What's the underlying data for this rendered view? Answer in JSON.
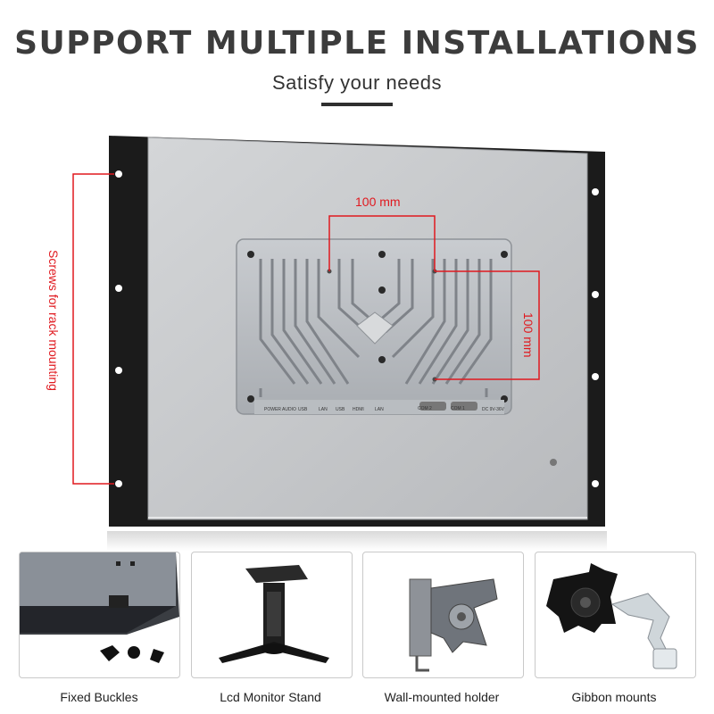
{
  "header": {
    "title": "SUPPORT MULTIPLE INSTALLATIONS",
    "subtitle": "Satisfy your needs"
  },
  "hero": {
    "dimension_horizontal": "100 mm",
    "dimension_vertical": "100 mm",
    "rack_label": "Screws for rack mounting",
    "port_labels": [
      "POWER",
      "AUDIO",
      "USB",
      "LAN",
      "USB",
      "HDMI",
      "LAN",
      "COM 2",
      "COM 1",
      "DC 9V-36V"
    ]
  },
  "colors": {
    "accent_red": "#e0191f",
    "title_gray": "#3c3c3c",
    "panel_silver": "#c8cacc",
    "frame_black": "#1a1a1a"
  },
  "mounts": [
    {
      "caption": "Fixed Buckles",
      "icon": "buckle-icon"
    },
    {
      "caption": "Lcd Monitor Stand",
      "icon": "monitor-stand-icon"
    },
    {
      "caption": "Wall-mounted holder",
      "icon": "wall-mount-icon"
    },
    {
      "caption": "Gibbon mounts",
      "icon": "arm-mount-icon"
    }
  ]
}
